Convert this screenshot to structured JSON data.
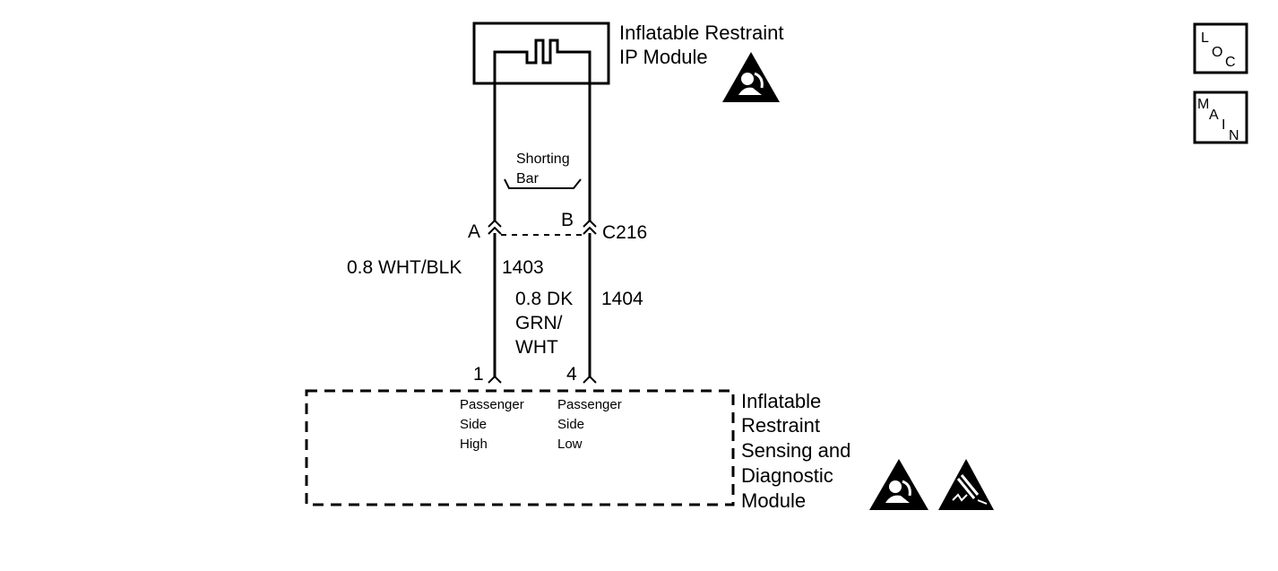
{
  "ip_module": {
    "name_line1": "Inflatable Restraint",
    "name_line2": "IP Module"
  },
  "shorting_bar": {
    "line1": "Shorting",
    "line2": "Bar"
  },
  "connector_c216": {
    "id": "C216",
    "pin_a": "A",
    "pin_b": "B"
  },
  "wires": [
    {
      "gauge_color": "0.8 WHT/BLK",
      "circuit": "1403"
    },
    {
      "gauge_color_line1": "0.8 DK",
      "gauge_color_line2": "GRN/",
      "gauge_color_line3": "WHT",
      "circuit": "1404"
    }
  ],
  "sdm": {
    "name_line1": "Inflatable",
    "name_line2": "Restraint",
    "name_line3": "Sensing and",
    "name_line4": "Diagnostic",
    "name_line5": "Module",
    "pin1": {
      "number": "1",
      "line1": "Passenger",
      "line2": "Side",
      "line3": "High"
    },
    "pin4": {
      "number": "4",
      "line1": "Passenger",
      "line2": "Side",
      "line3": "Low"
    }
  },
  "nav_buttons": {
    "loc": [
      "L",
      "O",
      "C"
    ],
    "main": [
      "M",
      "A",
      "I",
      "N"
    ]
  },
  "icons": {
    "airbag_warning": "airbag-warning-icon",
    "esd_warning": "esd-warning-icon"
  },
  "colors": {
    "ink": "#000000",
    "background": "#ffffff"
  }
}
